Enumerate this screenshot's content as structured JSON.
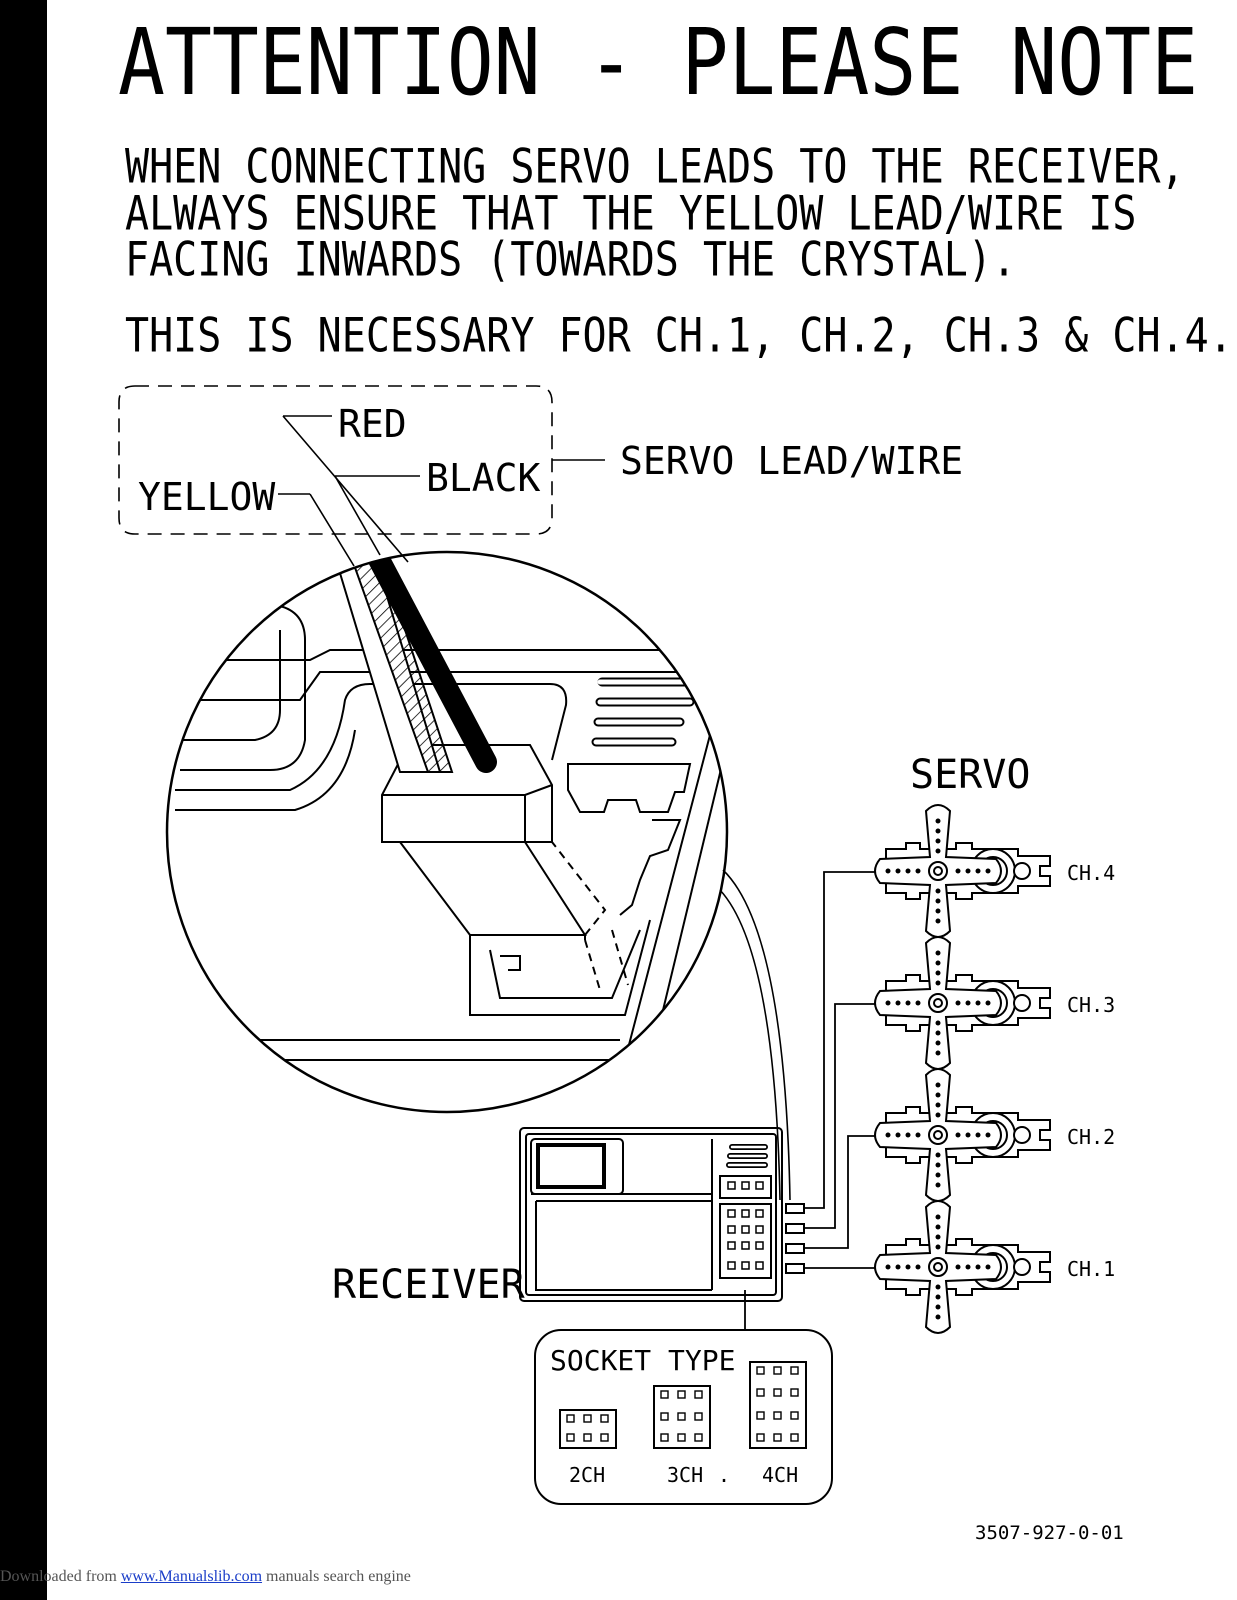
{
  "title": "ATTENTION - PLEASE NOTE",
  "instructions": [
    "WHEN CONNECTING SERVO LEADS TO THE RECEIVER,",
    "ALWAYS ENSURE THAT THE YELLOW LEAD/WIRE IS",
    "FACING INWARDS (TOWARDS THE CRYSTAL)."
  ],
  "note": "THIS IS NECESSARY FOR CH.1, CH.2, CH.3 & CH.4.",
  "diagram": {
    "wire_labels": {
      "red": "RED",
      "black": "BLACK",
      "yellow": "YELLOW"
    },
    "servo_lead_label": "SERVO LEAD/WIRE",
    "servo_label": "SERVO",
    "receiver_label": "RECEIVER",
    "channels": [
      "CH.4",
      "CH.3",
      "CH.2",
      "CH.1"
    ],
    "socket_type": {
      "title": "SOCKET TYPE",
      "types": [
        "2CH",
        "3CH",
        "4CH"
      ],
      "separator": "."
    }
  },
  "document_code": "3507-927-0-01",
  "footer": {
    "prefix": "Downloaded from ",
    "link": "www.Manualslib.com",
    "suffix": " manuals search engine"
  }
}
